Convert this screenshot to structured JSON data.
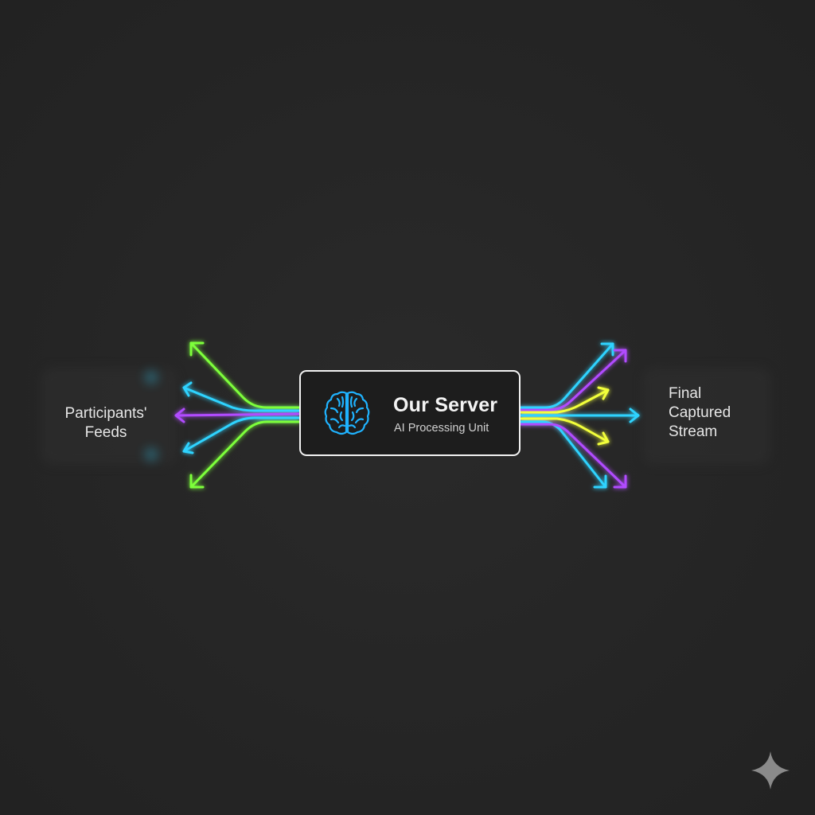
{
  "diagram": {
    "source": {
      "line1": "Participants'",
      "line2": "Feeds"
    },
    "server": {
      "title": "Our Server",
      "subtitle": "AI Processing Unit",
      "icon": "brain-icon"
    },
    "output": {
      "line1": "Final",
      "line2": "Captured",
      "line3": "Stream"
    }
  },
  "colors": {
    "background": "#262626",
    "green": "#7dff3a",
    "cyan": "#2fd3ff",
    "purple": "#b14cff",
    "yellow": "#f2ff3a",
    "box_border": "#f2f2f2",
    "brain": "#1fb3ff"
  },
  "icons": {
    "watermark": "sparkle-icon"
  }
}
